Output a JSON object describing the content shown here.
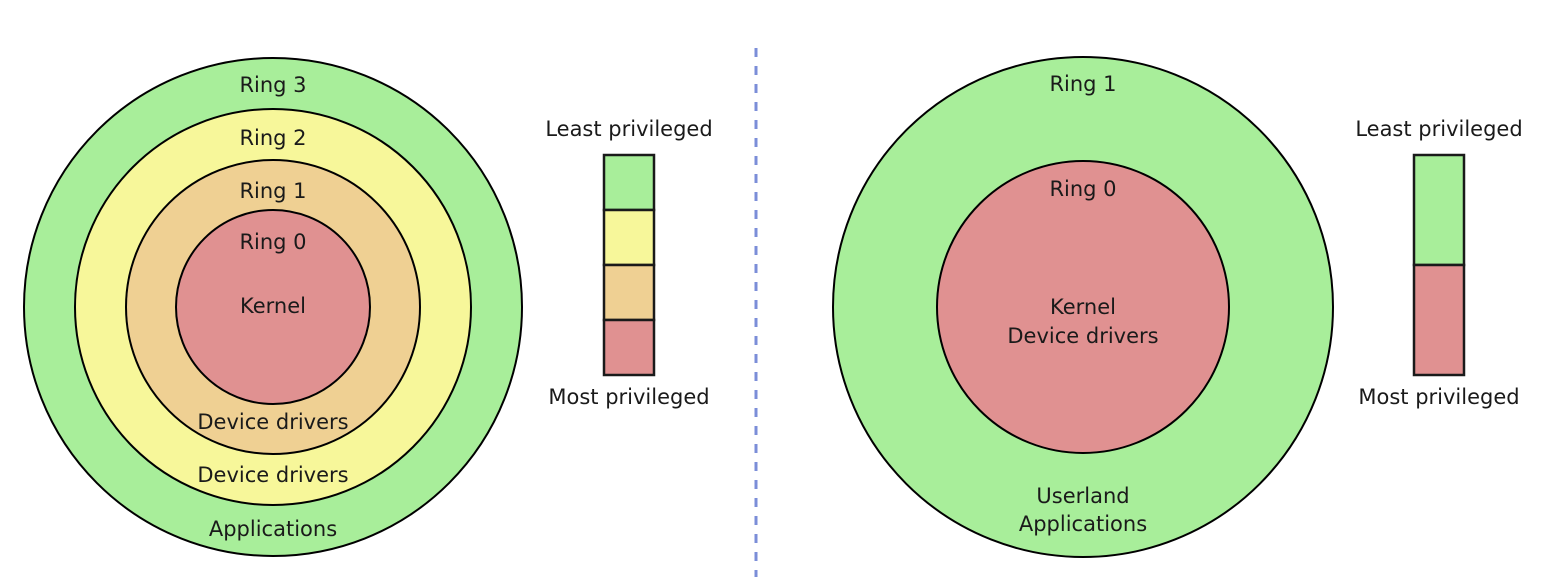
{
  "chart_data": {
    "type": "diagram",
    "title": "",
    "description": "Comparison of CPU protection ring models: classic four-ring x86 model versus simplified two-ring model",
    "panels": [
      {
        "name": "four-ring-model",
        "center": [
          273,
          307
        ],
        "rings": [
          {
            "index": 0,
            "ring_label": "Ring 3",
            "content_label": "Applications",
            "color": "#a8ee9a",
            "radius": 249,
            "privilege": "least"
          },
          {
            "index": 1,
            "ring_label": "Ring 2",
            "content_label": "Device drivers",
            "color": "#f7f79a",
            "radius": 198,
            "privilege": "low"
          },
          {
            "index": 2,
            "ring_label": "Ring 1",
            "content_label": "Device drivers",
            "color": "#efd093",
            "radius": 147,
            "privilege": "high"
          },
          {
            "index": 3,
            "ring_label": "Ring 0",
            "content_label": "Kernel",
            "color": "#e09191",
            "radius": 97,
            "privilege": "most"
          }
        ],
        "legend": {
          "top_label": "Least privileged",
          "bottom_label": "Most privileged",
          "colors": [
            "#a8ee9a",
            "#f7f79a",
            "#efd093",
            "#e09191"
          ]
        }
      },
      {
        "name": "two-ring-model",
        "center": [
          1083,
          307
        ],
        "rings": [
          {
            "index": 0,
            "ring_label": "Ring 1",
            "content_label": "Userland\nApplications",
            "color": "#a8ee9a",
            "radius": 250,
            "privilege": "least"
          },
          {
            "index": 1,
            "ring_label": "Ring 0",
            "content_label": "Kernel\nDevice drivers",
            "color": "#e09191",
            "radius": 146,
            "privilege": "most"
          }
        ],
        "legend": {
          "top_label": "Least privileged",
          "bottom_label": "Most privileged",
          "colors": [
            "#a8ee9a",
            "#e09191"
          ]
        }
      }
    ]
  },
  "left_panel": {
    "ring3_label": "Ring 3",
    "ring2_label": "Ring 2",
    "ring1_label": "Ring 1",
    "ring0_label": "Ring 0",
    "kernel_label": "Kernel",
    "drivers_inner_label": "Device drivers",
    "drivers_outer_label": "Device drivers",
    "applications_label": "Applications",
    "legend_top": "Least privileged",
    "legend_bottom": "Most privileged"
  },
  "right_panel": {
    "ring1_label": "Ring 1",
    "ring0_label": "Ring 0",
    "kernel_label": "Kernel",
    "drivers_label": "Device drivers",
    "userland_label": "Userland",
    "applications_label": "Applications",
    "legend_top": "Least privileged",
    "legend_bottom": "Most privileged"
  },
  "colors": {
    "green": "#a8ee9a",
    "yellow": "#f7f79a",
    "tan": "#efd093",
    "red": "#e09191",
    "outline": "#000000",
    "divider": "#7b8ed8",
    "text": "#1a1a1a",
    "background": "#ffffff"
  },
  "divider": {
    "name": "panel-divider",
    "style": "dashed-vertical"
  }
}
